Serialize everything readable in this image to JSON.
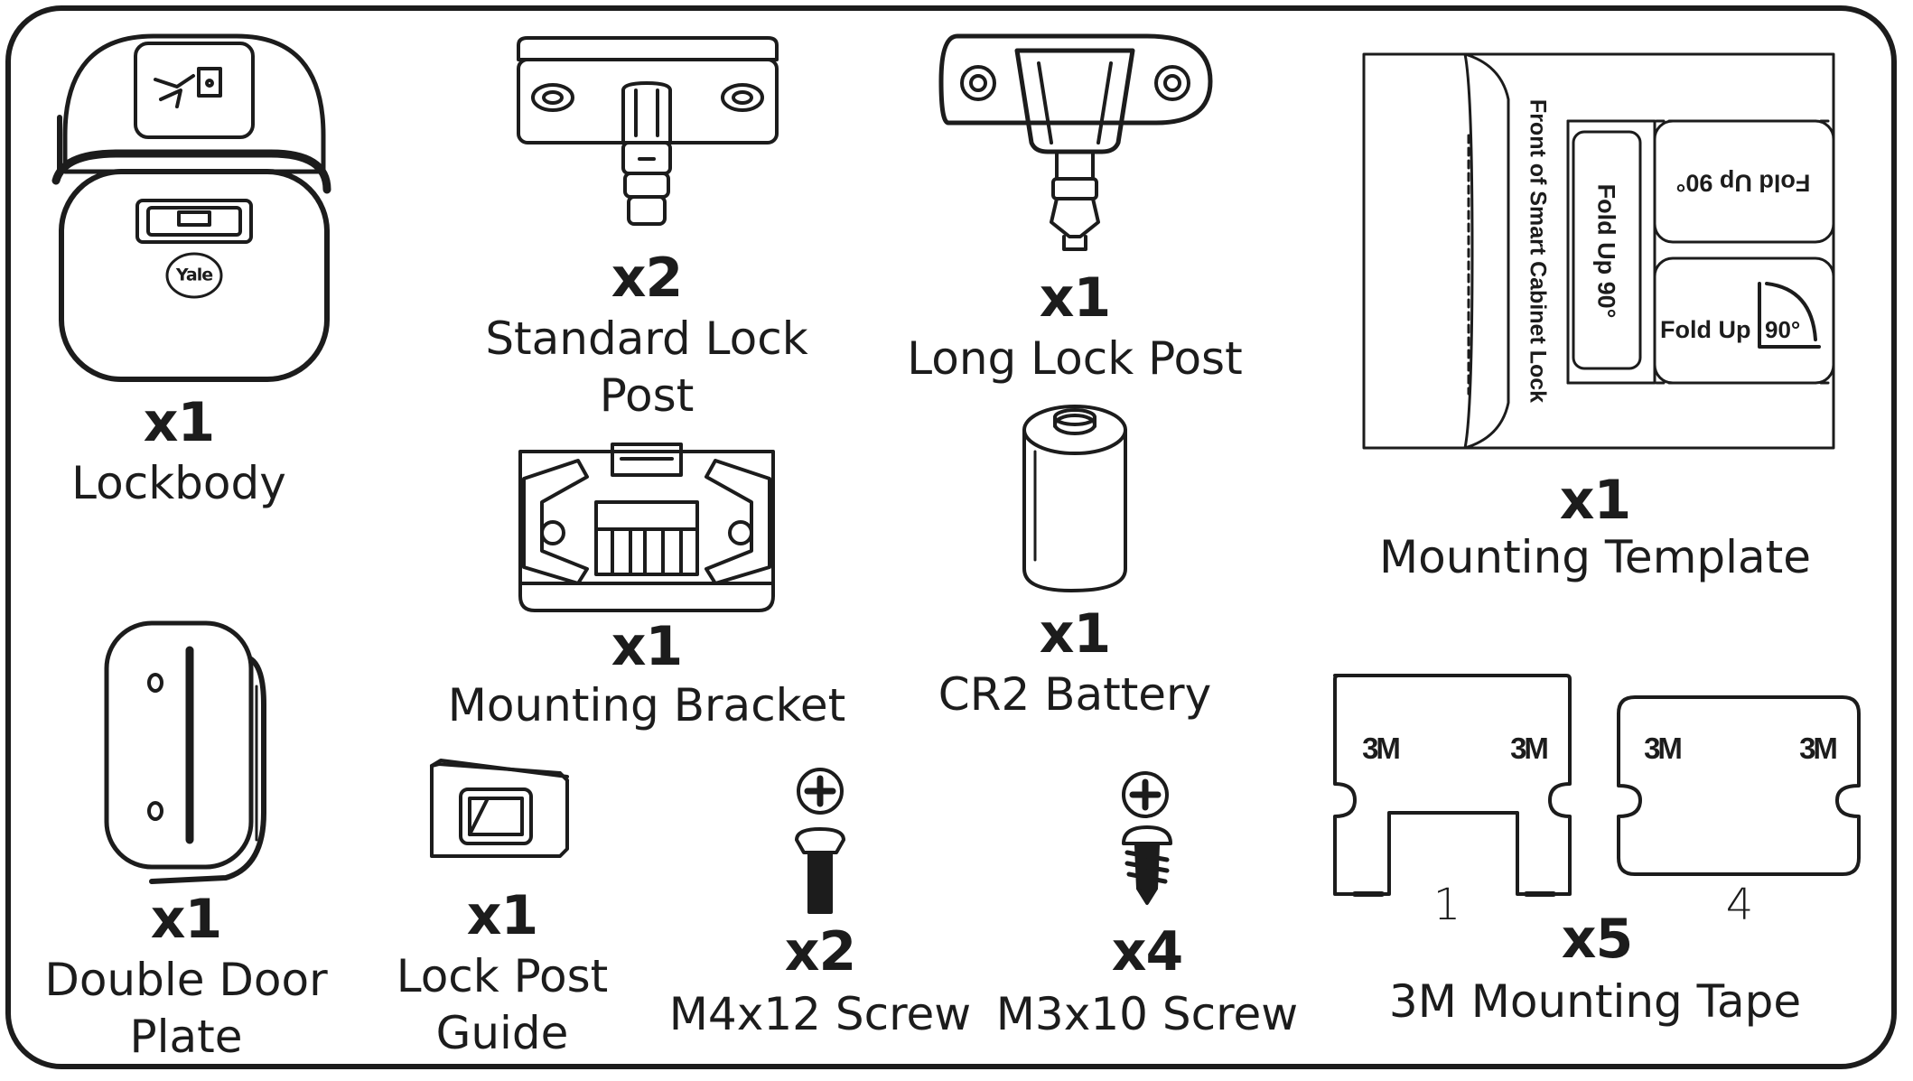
{
  "items": {
    "lockbody": {
      "qty": "x1",
      "name": [
        "Lockbody"
      ],
      "brand": "Yale"
    },
    "standard_lock_post": {
      "qty": "x2",
      "name": [
        "Standard Lock",
        "Post"
      ]
    },
    "long_lock_post": {
      "qty": "x1",
      "name": [
        "Long Lock Post"
      ]
    },
    "mounting_template": {
      "qty": "x1",
      "name": [
        "Mounting Template"
      ],
      "template_text": {
        "front": "Front of Smart Cabinet Lock",
        "fold_up_vertical": "Fold Up  90°",
        "fold_up_flipped": "Fold Up  90°",
        "fold_up": "Fold Up",
        "angle": "90°"
      }
    },
    "mounting_bracket": {
      "qty": "x1",
      "name": [
        "Mounting Bracket"
      ]
    },
    "cr2_battery": {
      "qty": "x1",
      "name": [
        "CR2 Battery"
      ]
    },
    "double_door_plate": {
      "qty": "x1",
      "name": [
        "Double Door",
        "Plate"
      ]
    },
    "lock_post_guide": {
      "qty": "x1",
      "name": [
        "Lock Post",
        "Guide"
      ]
    },
    "m4x12_screw": {
      "qty": "x2",
      "name": [
        "M4x12 Screw"
      ]
    },
    "m3x10_screw": {
      "qty": "x4",
      "name": [
        "M3x10 Screw"
      ]
    },
    "mounting_tape": {
      "qty": "x5",
      "name": [
        "3M Mounting Tape"
      ],
      "logo": "3M",
      "piece_numbers": [
        "1",
        "4"
      ]
    }
  },
  "colors": {
    "ink": "#1c1c1c",
    "fill_light": "#ffffff"
  },
  "icons": [
    "lockbody-icon",
    "standard-lock-post-icon",
    "long-lock-post-icon",
    "mounting-template-icon",
    "mounting-bracket-icon",
    "battery-icon",
    "double-door-plate-icon",
    "lock-post-guide-icon",
    "m4-screw-icon",
    "m3-screw-icon",
    "mounting-tape-icon"
  ]
}
